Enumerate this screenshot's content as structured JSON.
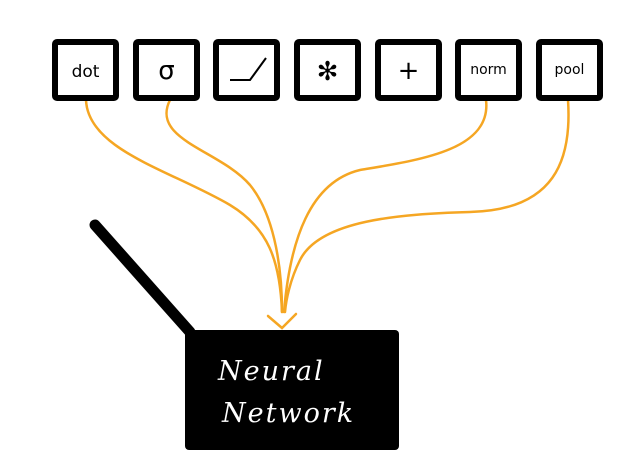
{
  "operations": [
    {
      "id": "dot",
      "label": "dot",
      "icon": "text"
    },
    {
      "id": "sigma",
      "label": "σ",
      "icon": "text"
    },
    {
      "id": "relu",
      "label": "",
      "icon": "relu-icon"
    },
    {
      "id": "multiply",
      "label": "✻",
      "icon": "text"
    },
    {
      "id": "add",
      "label": "+",
      "icon": "text"
    },
    {
      "id": "norm",
      "label": "norm",
      "icon": "text"
    },
    {
      "id": "pool",
      "label": "pool",
      "icon": "text"
    }
  ],
  "network": {
    "line1": "Neural",
    "line2": "Network"
  },
  "colors": {
    "wire": "#f5a623",
    "box": "#000000",
    "network": "#000000"
  }
}
